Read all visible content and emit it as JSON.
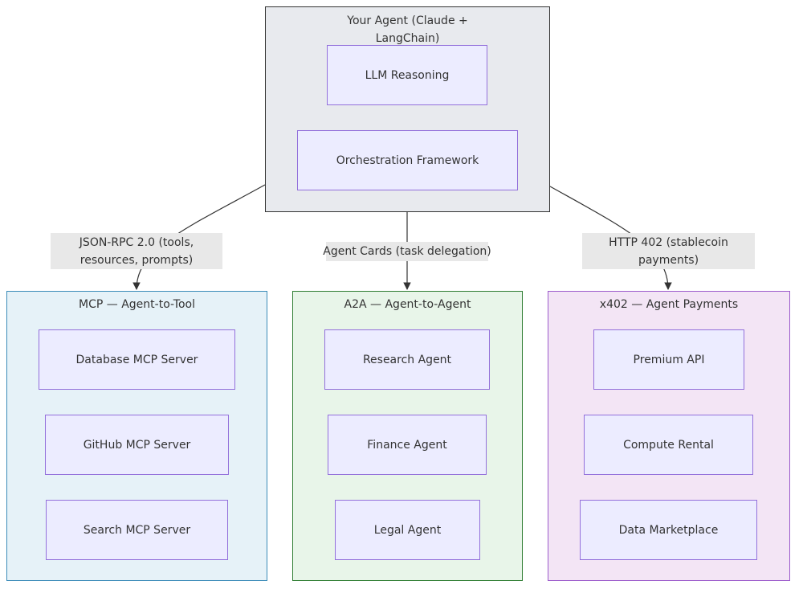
{
  "agent": {
    "title": "Your Agent (Claude + LangChain)",
    "nodes": [
      "LLM Reasoning",
      "Orchestration Framework"
    ]
  },
  "mcp": {
    "title": "MCP — Agent-to-Tool",
    "nodes": [
      "Database MCP Server",
      "GitHub MCP Server",
      "Search MCP Server"
    ]
  },
  "a2a": {
    "title": "A2A — Agent-to-Agent",
    "nodes": [
      "Research Agent",
      "Finance Agent",
      "Legal Agent"
    ]
  },
  "x402": {
    "title": "x402 — Agent Payments",
    "nodes": [
      "Premium API",
      "Compute Rental",
      "Data Marketplace"
    ]
  },
  "edges": {
    "mcp_label": "JSON-RPC 2.0 (tools, resources, prompts)",
    "a2a_label": "Agent Cards (task delegation)",
    "x402_label": "HTTP 402 (stablecoin payments)"
  },
  "colors": {
    "agent_fill": "#e8eaee",
    "mcp_fill": "#e6f2f8",
    "mcp_border": "#3b8bb8",
    "a2a_fill": "#e8f5e9",
    "a2a_border": "#2e7d32",
    "x402_fill": "#f3e5f5",
    "x402_border": "#9c5bcc",
    "node_fill": "#ECECFF",
    "node_border": "#9370DB"
  }
}
